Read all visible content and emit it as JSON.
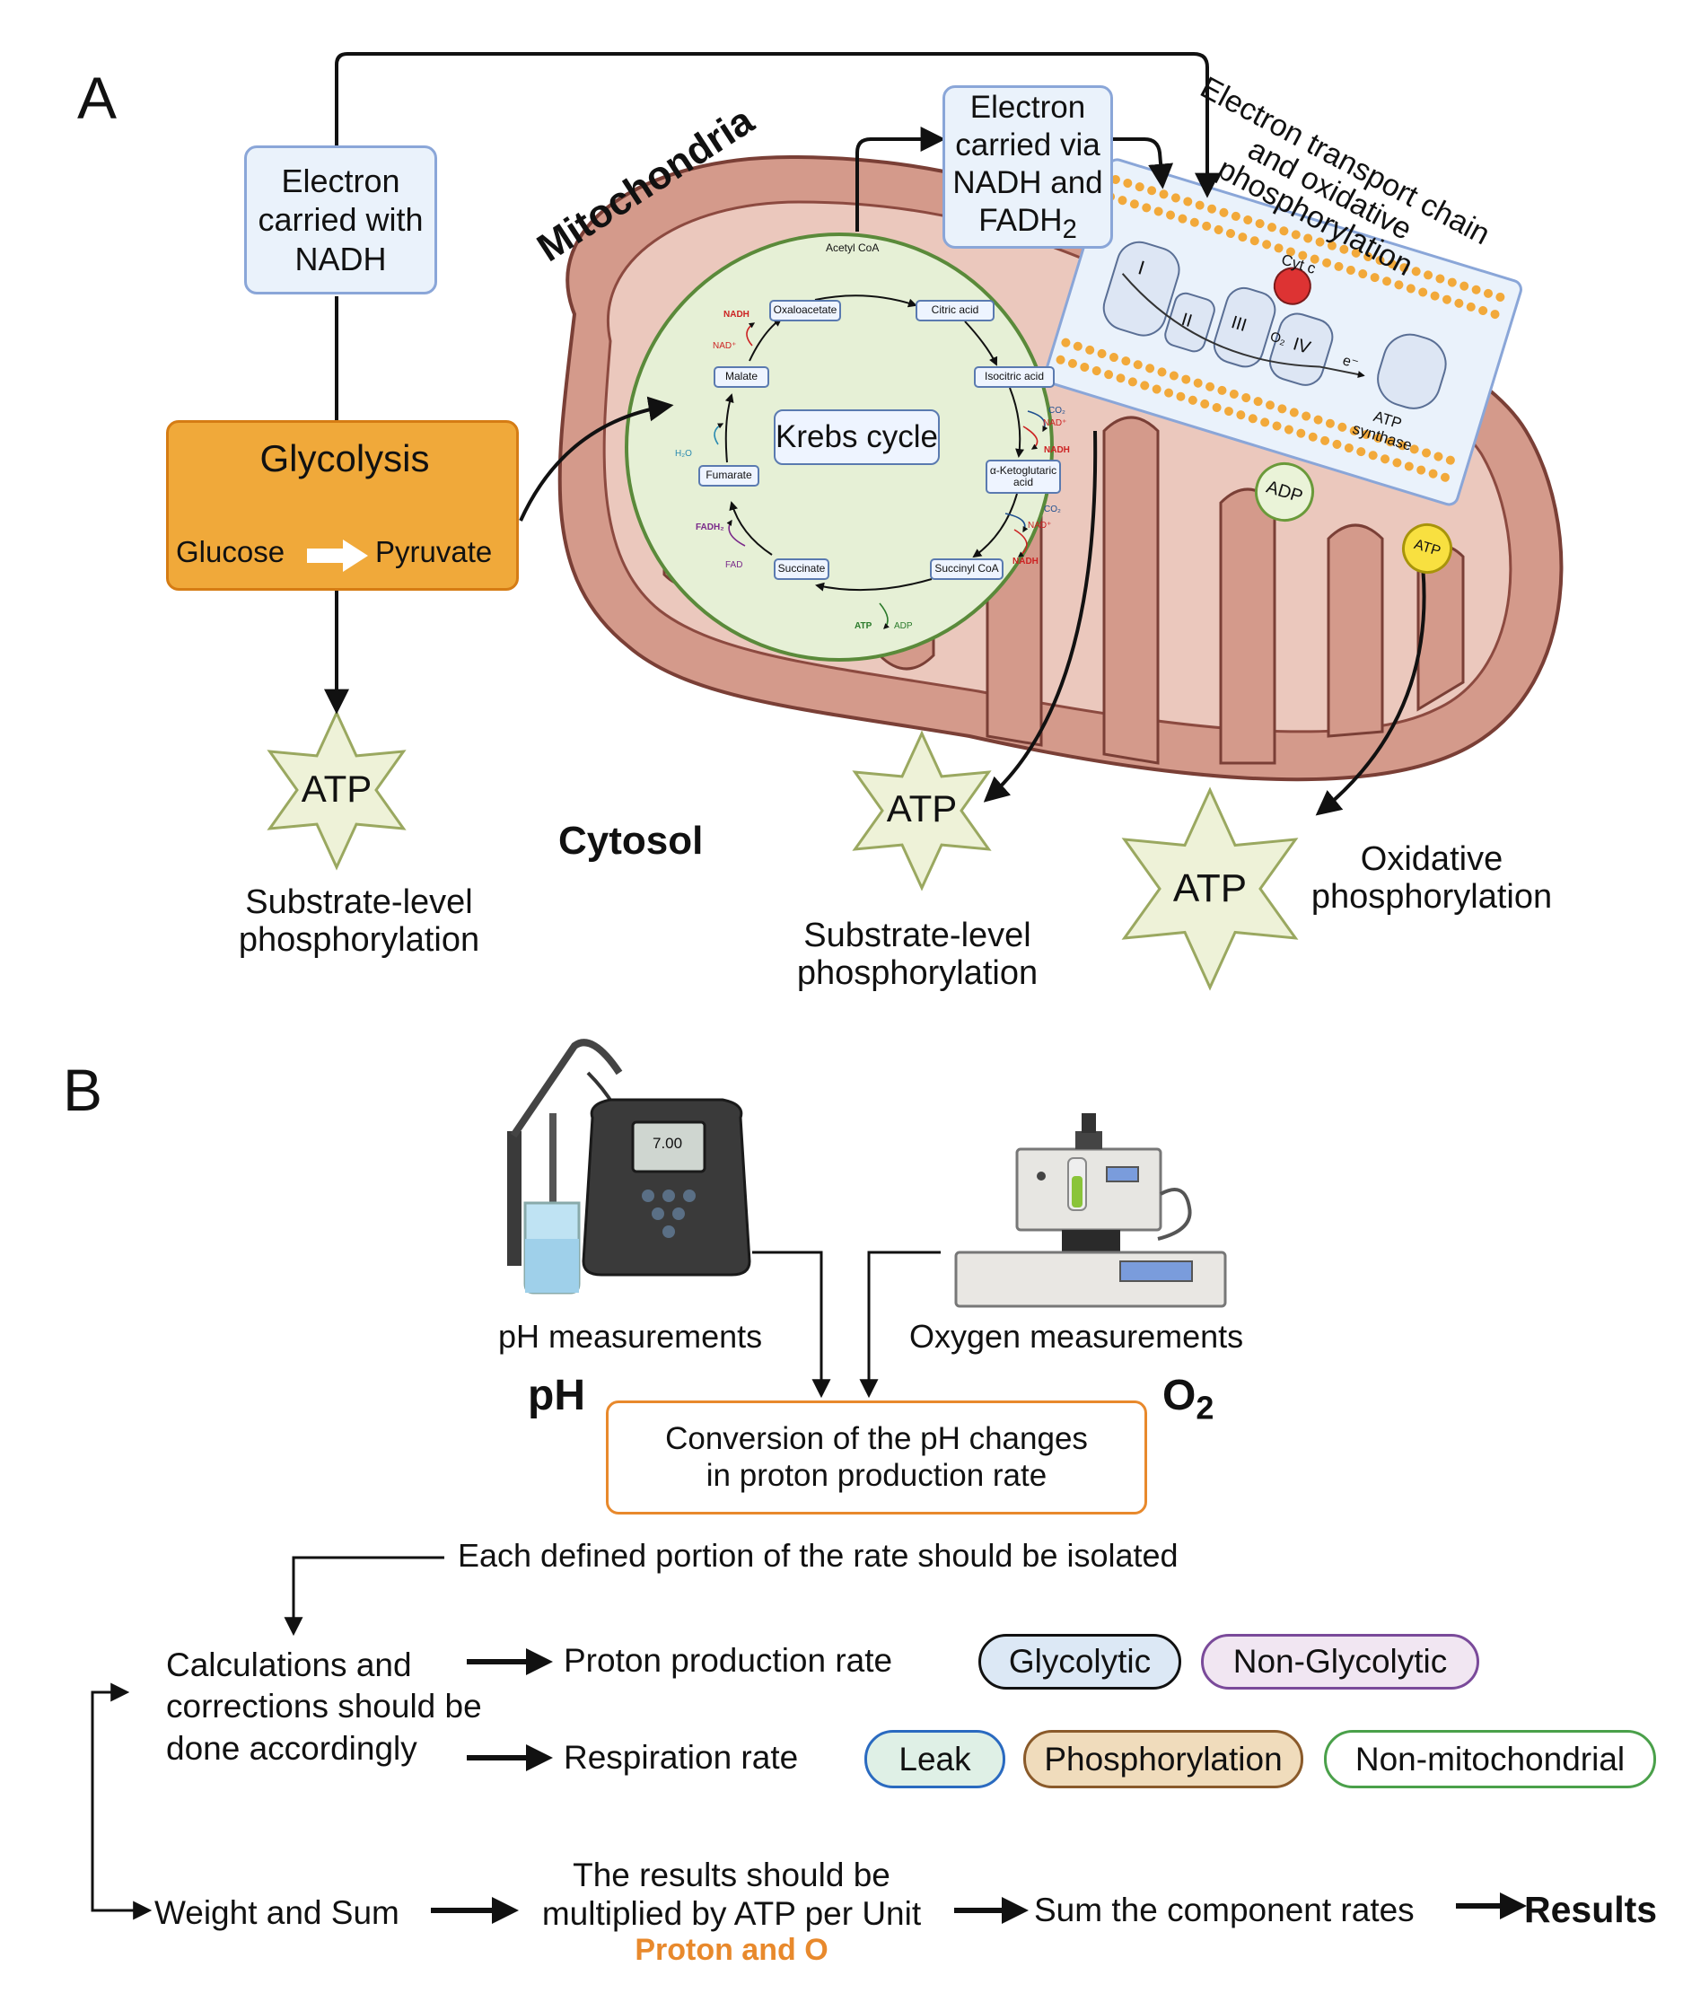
{
  "panel_a": {
    "label": "A",
    "nadh_box": "Electron carried with NADH",
    "mito_label": "Mitochondria",
    "etc_box": "Electron carried via NADH and FADH2",
    "etc_box_l1": "Electron",
    "etc_box_l2": "carried via",
    "etc_box_l3": "NADH and",
    "etc_box_l4": "FADH",
    "etc_box_sub": "2",
    "etc_title_l1": "Electron transport chain",
    "etc_title_l2": "and oxidative",
    "etc_title_l3": "phosphorylation",
    "glycolysis": {
      "title": "Glycolysis",
      "from": "Glucose",
      "to": "Pyruvate"
    },
    "krebs": {
      "title": "Krebs cycle",
      "acetyl": "Acetyl CoA",
      "nodes": [
        "Citric acid",
        "Isocitric acid",
        "α-Ketoglutaric acid",
        "Succinyl CoA",
        "Succinate",
        "Fumarate",
        "Malate",
        "Oxaloacetate"
      ],
      "co2": "CO₂",
      "nad": "NAD⁺",
      "nadh": "NADH",
      "atp": "ATP",
      "adp": "ADP",
      "fad": "FAD",
      "fadh2": "FADH₂",
      "h2o": "H₂O"
    },
    "etc": {
      "complex1": "I",
      "complex2": "II",
      "complex3": "III",
      "complex4": "IV",
      "cytc": "Cyt c",
      "o2": "O₂",
      "eminus": "e⁻",
      "adp": "ADP",
      "atp_synthase": "ATP synthase",
      "atp": "ATP"
    },
    "atp_label": "ATP",
    "cytosol": "Cytosol",
    "substrate_level_l1": "Substrate-level",
    "substrate_level_l2": "phosphorylation",
    "oxidative_l1": "Oxidative",
    "oxidative_l2": "phosphorylation"
  },
  "panel_b": {
    "label": "B",
    "meter_display": "7.00",
    "ph_measure": "pH measurements",
    "ph_symbol": "pH",
    "oxygen_measure": "Oxygen measurements",
    "o2_symbol": "O",
    "o2_sub": "2",
    "conversion_l1": "Conversion of the pH changes",
    "conversion_l2": "in proton production rate",
    "isolate": "Each defined portion of the rate should be isolated",
    "calc_l1": "Calculations and",
    "calc_l2": "corrections should be",
    "calc_l3": "done accordingly",
    "proton_rate": "Proton production rate",
    "respiration_rate": "Respiration rate",
    "pills": {
      "glycolytic": "Glycolytic",
      "non_glycolytic": "Non-Glycolytic",
      "leak": "Leak",
      "phosphorylation": "Phosphorylation",
      "non_mito": "Non-mitochondrial"
    },
    "weight_sum": "Weight and Sum",
    "multiply_l1": "The results should be",
    "multiply_l2": "multiplied by ATP per Unit",
    "multiply_l3": "Proton and O",
    "sum_components": "Sum the component rates",
    "results": "Results"
  },
  "colors": {
    "glycolysis_fill": "#f0a93a",
    "blue_box_fill": "#eaf2fb",
    "blue_box_border": "#8aa6d8",
    "mito_outer": "#d59b8c",
    "mito_inner": "#ecc9bf",
    "krebs_fill": "#e6f0d6",
    "krebs_border": "#5a8a3a",
    "atp_star": "#eef2d8",
    "orange_accent": "#e8892c",
    "pill_glyco": "#dce8f5",
    "pill_nonglyco": "#f1e6f2",
    "pill_leak": "#dff0e6",
    "pill_phos": "#f0dcbc",
    "pill_nonmito": "#ffffff"
  }
}
